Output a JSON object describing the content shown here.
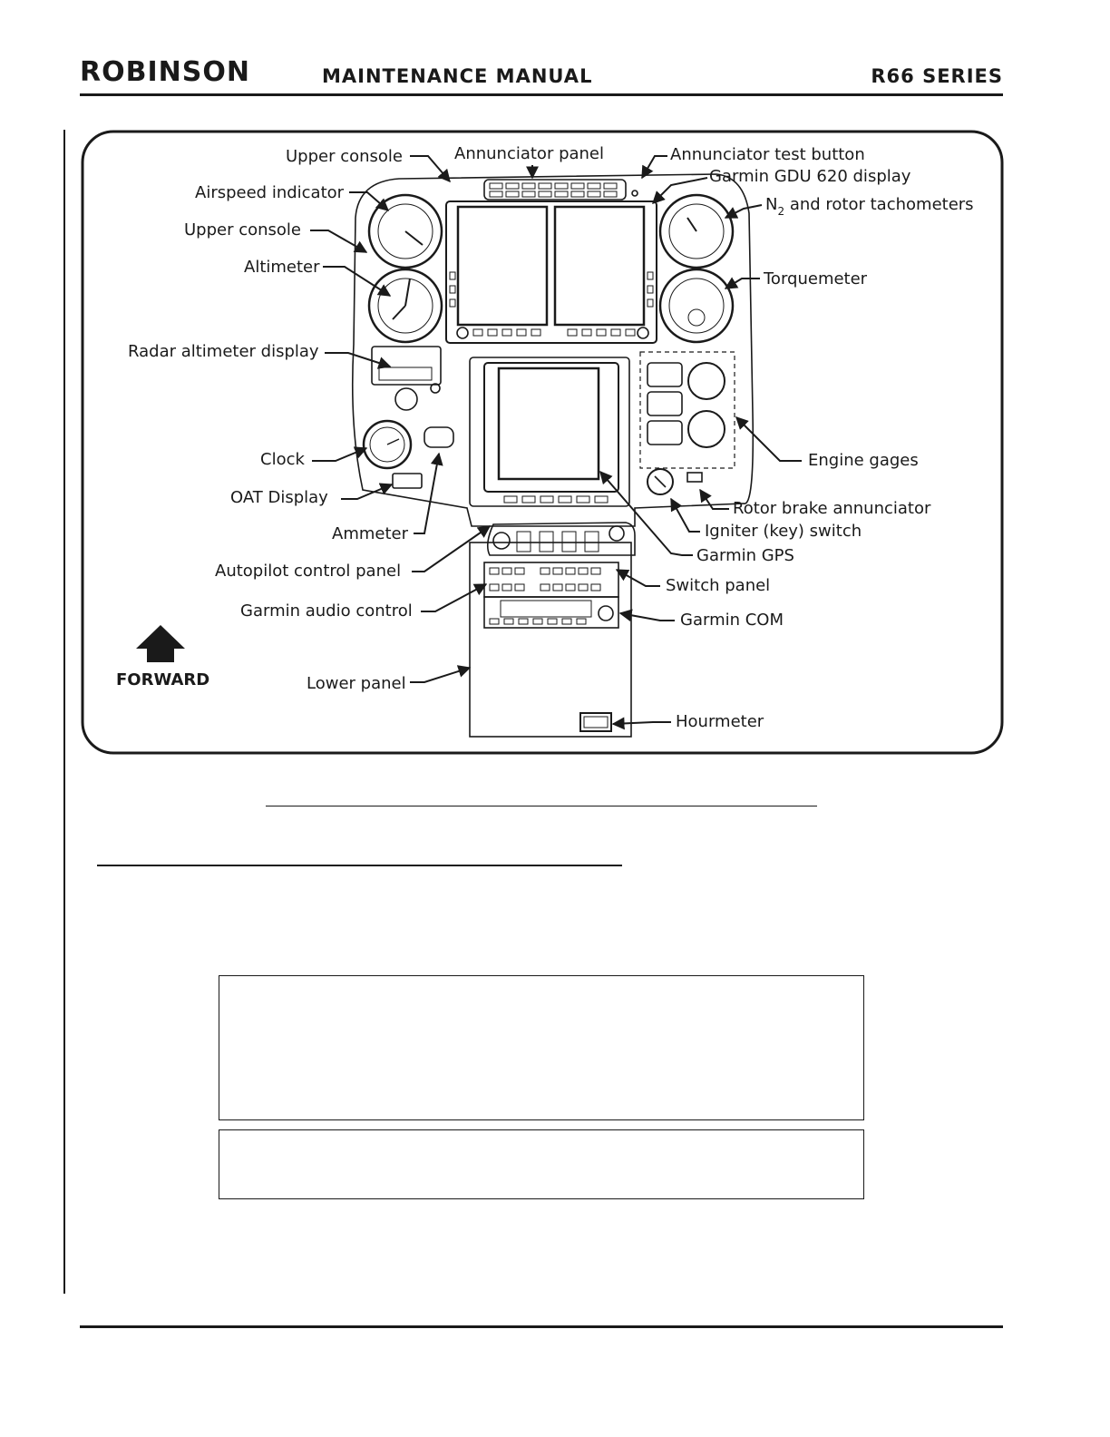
{
  "header": {
    "brand": "ROBINSON",
    "title": "MAINTENANCE MANUAL",
    "series": "R66 SERIES"
  },
  "figure": {
    "labels": {
      "upper_console_top": "Upper console",
      "annunciator_panel": "Annunciator panel",
      "annunciator_test_button": "Annunciator test button",
      "garmin_gdu": "Garmin GDU 620 display",
      "airspeed": "Airspeed indicator",
      "n2_prefix": "N",
      "n2_sub": "2",
      "n2_rest": " and rotor tachometers",
      "upper_console_left": "Upper console",
      "altimeter": "Altimeter",
      "torquemeter": "Torquemeter",
      "radar_altimeter": "Radar altimeter display",
      "clock": "Clock",
      "engine_gages": "Engine gages",
      "oat_display": "OAT Display",
      "rotor_brake": "Rotor brake annunciator",
      "ammeter": "Ammeter",
      "igniter": "Igniter (key) switch",
      "garmin_gps": "Garmin GPS",
      "autopilot": "Autopilot control panel",
      "switch_panel": "Switch panel",
      "audio_control": "Garmin audio control",
      "garmin_com": "Garmin COM",
      "forward": "FORWARD",
      "lower_panel": "Lower panel",
      "hourmeter": "Hourmeter"
    }
  }
}
